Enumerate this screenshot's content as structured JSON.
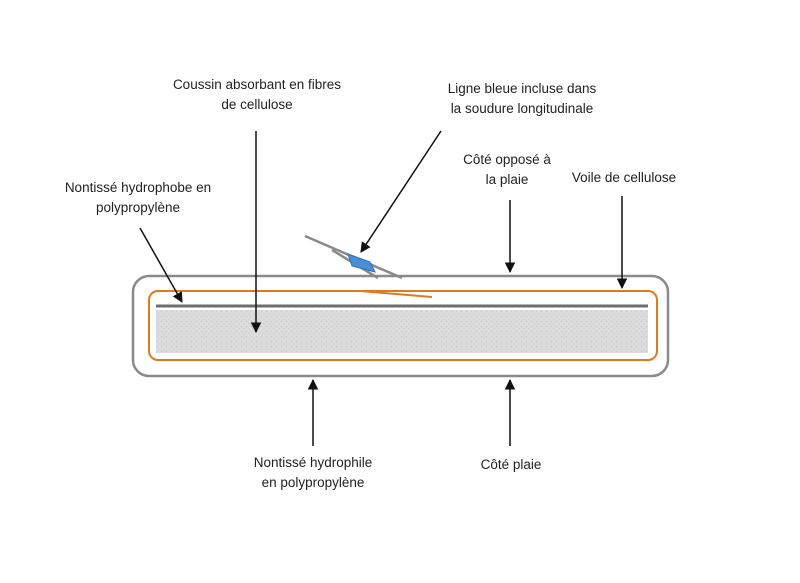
{
  "labels": {
    "coussin_line1": "Coussin absorbant en fibres",
    "coussin_line2": "de cellulose",
    "ligne_line1": "Ligne bleue incluse dans",
    "ligne_line2": "la soudure longitudinale",
    "oppose_line1": "Côté opposé à",
    "oppose_line2": "la plaie",
    "voile": "Voile de cellulose",
    "nontisse_hydrophobe_line1": "Nontissé hydrophobe en",
    "nontisse_hydrophobe_line2": "polypropylène",
    "nontisse_hydrophile_line1": "Nontissé hydrophile",
    "nontisse_hydrophile_line2": "en polypropylène",
    "cote_plaie": "Côté plaie"
  },
  "colors": {
    "outline": "#8a8a8a",
    "cellulose_veil": "#e07a1f",
    "pad_fill": "#d9d9d9",
    "hydrophobe_layer": "#6e6e6e",
    "blue_line": "#4a8fd6",
    "arrow": "#111111"
  }
}
